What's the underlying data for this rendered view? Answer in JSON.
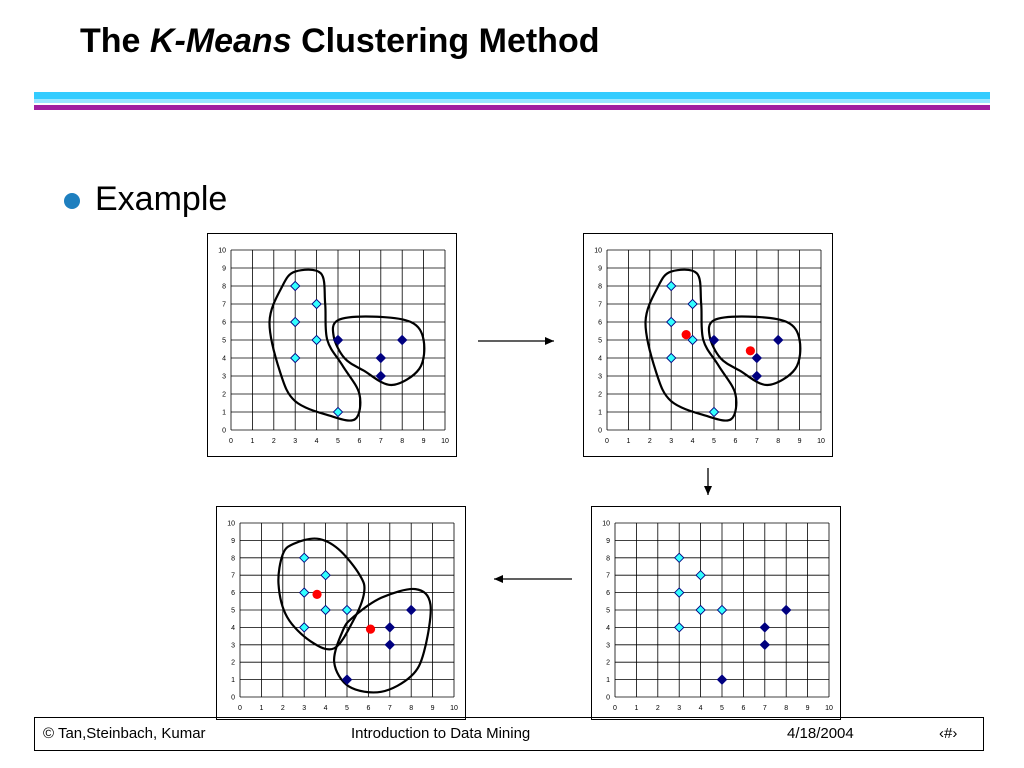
{
  "slide": {
    "title_pre": "The",
    "title_em": "K-Means",
    "title_post": "Clustering Method",
    "bullet": "Example"
  },
  "colors": {
    "cyan_point": "#33ffff",
    "navy_point": "#000080",
    "centroid": "#ff0000",
    "bar_cyan": "#33ccff",
    "bar_purple": "#a020a0"
  },
  "footer": {
    "left": "© Tan,Steinbach, Kumar",
    "center": "Introduction to Data Mining",
    "date": "4/18/2004",
    "page": "‹#›"
  },
  "chart_data": [
    {
      "type": "scatter",
      "name": "panel-1",
      "xlim": [
        0,
        10
      ],
      "ylim": [
        0,
        10
      ],
      "grid": true,
      "x_ticks": [
        "0",
        "1",
        "2",
        "3",
        "4",
        "5",
        "6",
        "7",
        "8",
        "9",
        "10"
      ],
      "y_ticks": [
        "0",
        "1",
        "2",
        "3",
        "4",
        "5",
        "6",
        "7",
        "8",
        "9",
        "10"
      ],
      "series": [
        {
          "color": "cyan",
          "points": [
            [
              3,
              8
            ],
            [
              4,
              7
            ],
            [
              3,
              6
            ],
            [
              4,
              5
            ],
            [
              3,
              4
            ],
            [
              5,
              1
            ]
          ]
        },
        {
          "color": "navy",
          "points": [
            [
              5,
              5
            ],
            [
              8,
              5
            ],
            [
              7,
              4
            ],
            [
              7,
              3
            ]
          ]
        }
      ],
      "centroids": [],
      "clusters": 2
    },
    {
      "type": "scatter",
      "name": "panel-2",
      "xlim": [
        0,
        10
      ],
      "ylim": [
        0,
        10
      ],
      "grid": true,
      "x_ticks": [
        "0",
        "1",
        "2",
        "3",
        "4",
        "5",
        "6",
        "7",
        "8",
        "9",
        "10"
      ],
      "y_ticks": [
        "0",
        "1",
        "2",
        "3",
        "4",
        "5",
        "6",
        "7",
        "8",
        "9",
        "10"
      ],
      "series": [
        {
          "color": "cyan",
          "points": [
            [
              3,
              8
            ],
            [
              4,
              7
            ],
            [
              3,
              6
            ],
            [
              4,
              5
            ],
            [
              3,
              4
            ],
            [
              5,
              1
            ]
          ]
        },
        {
          "color": "navy",
          "points": [
            [
              5,
              5
            ],
            [
              8,
              5
            ],
            [
              7,
              4
            ],
            [
              7,
              3
            ]
          ]
        }
      ],
      "centroids": [
        [
          3.7,
          5.3
        ],
        [
          6.7,
          4.4
        ]
      ],
      "clusters": 2
    },
    {
      "type": "scatter",
      "name": "panel-3",
      "xlim": [
        0,
        10
      ],
      "ylim": [
        0,
        10
      ],
      "grid": true,
      "x_ticks": [
        "0",
        "1",
        "2",
        "3",
        "4",
        "5",
        "6",
        "7",
        "8",
        "9",
        "10"
      ],
      "y_ticks": [
        "0",
        "1",
        "2",
        "3",
        "4",
        "5",
        "6",
        "7",
        "8",
        "9",
        "10"
      ],
      "series": [
        {
          "color": "cyan",
          "points": [
            [
              3,
              8
            ],
            [
              4,
              7
            ],
            [
              3,
              6
            ],
            [
              4,
              5
            ],
            [
              5,
              5
            ],
            [
              3,
              4
            ]
          ]
        },
        {
          "color": "navy",
          "points": [
            [
              8,
              5
            ],
            [
              7,
              4
            ],
            [
              7,
              3
            ],
            [
              5,
              1
            ]
          ]
        }
      ],
      "centroids": [],
      "clusters": 0
    },
    {
      "type": "scatter",
      "name": "panel-4",
      "xlim": [
        0,
        10
      ],
      "ylim": [
        0,
        10
      ],
      "grid": true,
      "x_ticks": [
        "0",
        "1",
        "2",
        "3",
        "4",
        "5",
        "6",
        "7",
        "8",
        "9",
        "10"
      ],
      "y_ticks": [
        "0",
        "1",
        "2",
        "3",
        "4",
        "5",
        "6",
        "7",
        "8",
        "9",
        "10"
      ],
      "series": [
        {
          "color": "cyan",
          "points": [
            [
              3,
              8
            ],
            [
              4,
              7
            ],
            [
              3,
              6
            ],
            [
              4,
              5
            ],
            [
              5,
              5
            ],
            [
              3,
              4
            ]
          ]
        },
        {
          "color": "navy",
          "points": [
            [
              8,
              5
            ],
            [
              7,
              4
            ],
            [
              7,
              3
            ],
            [
              5,
              1
            ]
          ]
        }
      ],
      "centroids": [
        [
          3.6,
          5.9
        ],
        [
          6.1,
          3.9
        ]
      ],
      "clusters": 2
    }
  ]
}
